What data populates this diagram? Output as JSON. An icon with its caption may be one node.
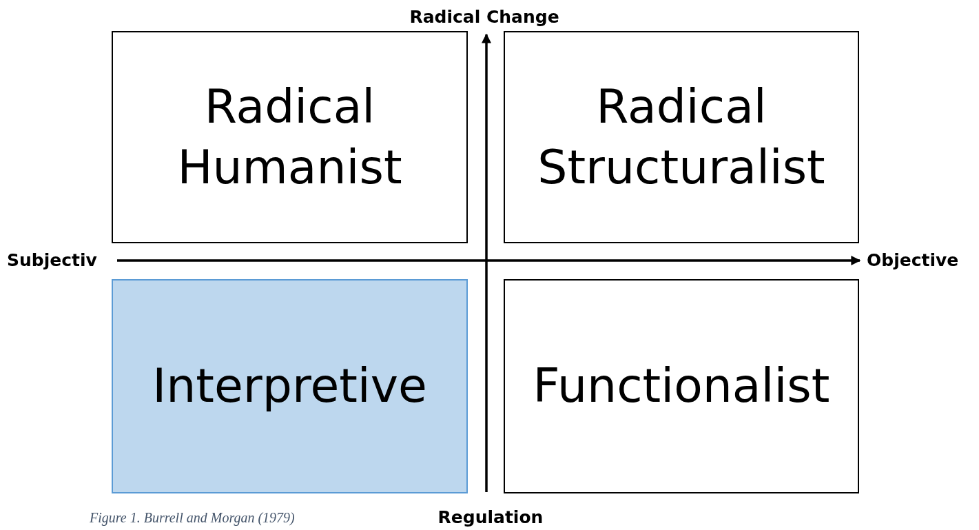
{
  "diagram": {
    "caption": "Figure 1. Burrell and Morgan (1979)",
    "nodes": [
      {
        "text": [
          "Radical Humanist"
        ]
      },
      {
        "text": [
          "Radical Structuralist"
        ]
      },
      {
        "text": [
          "Interpretive"
        ]
      },
      {
        "text": [
          "Functionalist"
        ]
      }
    ],
    "edges": [],
    "labels": [
      "Radical Change",
      "Subjectiv",
      "Objective",
      "Regulation"
    ]
  }
}
